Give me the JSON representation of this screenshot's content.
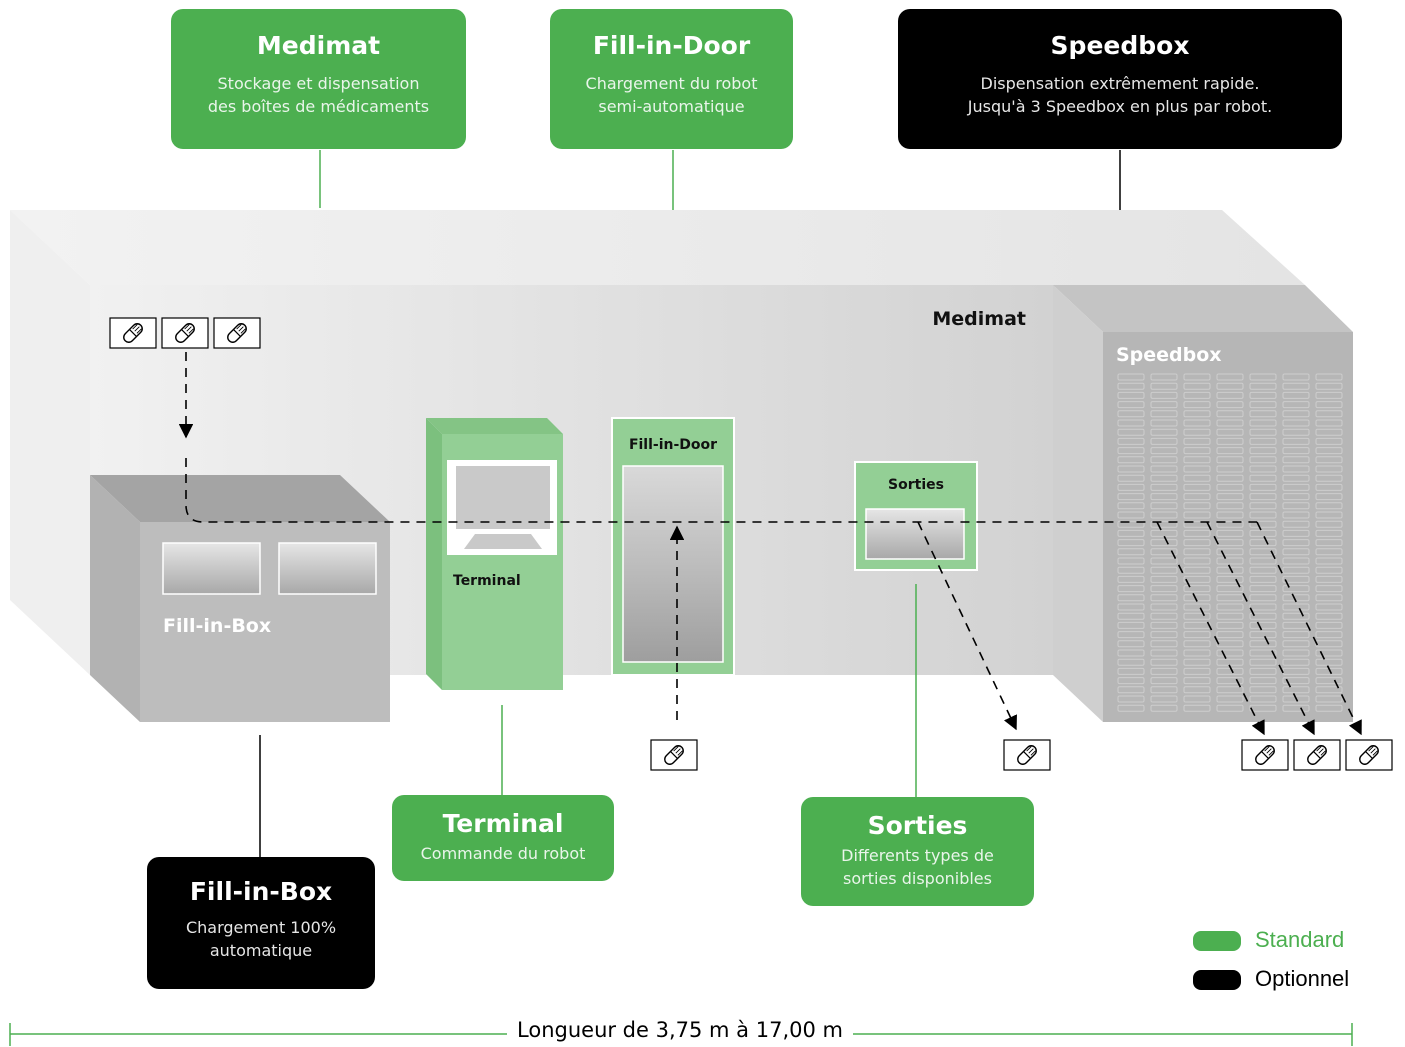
{
  "callouts": {
    "medimat": {
      "title": "Medimat",
      "desc1": "Stockage et dispensation",
      "desc2": "des boîtes de médicaments"
    },
    "fill_in_door": {
      "title": "Fill-in-Door",
      "desc1": "Chargement du robot",
      "desc2": "semi-automatique"
    },
    "speedbox": {
      "title": "Speedbox",
      "desc1": "Dispensation extrêmement rapide.",
      "desc2": "Jusqu'à 3 Speedbox en plus par robot."
    },
    "terminal": {
      "title": "Terminal",
      "desc1": "Commande du robot"
    },
    "sorties": {
      "title": "Sorties",
      "desc1": "Differents types de",
      "desc2": "sorties disponibles"
    },
    "fill_in_box": {
      "title": "Fill-in-Box",
      "desc1": "Chargement 100%",
      "desc2": "automatique"
    }
  },
  "diagram_labels": {
    "medimat": "Medimat",
    "speedbox": "Speedbox",
    "fill_in_box": "Fill-in-Box",
    "terminal": "Terminal",
    "fill_in_door": "Fill-in-Door",
    "sorties": "Sorties"
  },
  "legend": {
    "standard": "Standard",
    "optionnel": "Optionnel"
  },
  "dimension": "Longueur de 3,75 m à 17,00 m",
  "colors": {
    "standard": "#4caf50",
    "optional": "#000000",
    "light_green": "#93cf95",
    "body_grey": "#e2e2e2"
  },
  "icons": [
    "pill-icon"
  ]
}
